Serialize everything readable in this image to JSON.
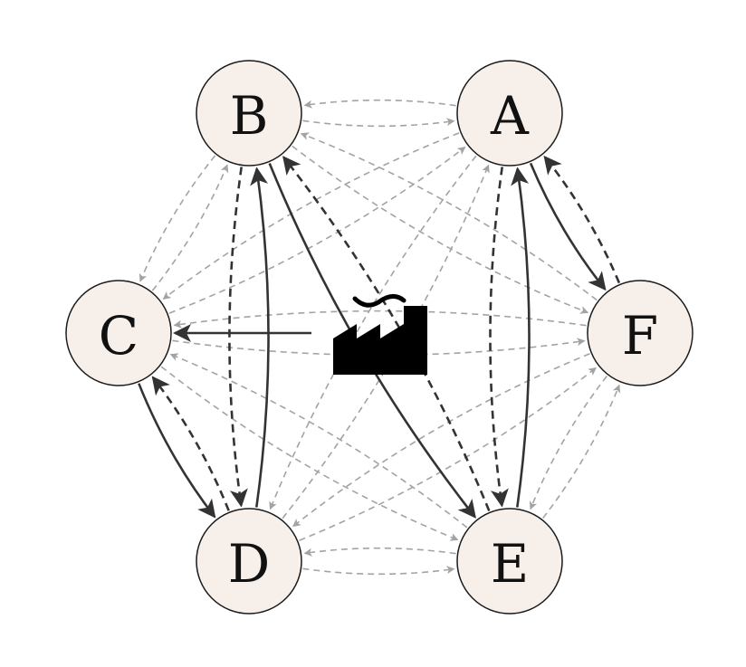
{
  "colors": {
    "node_fill": "#f7f0ea",
    "node_stroke": "#1a1a1a",
    "strong_edge": "#333333",
    "faint_edge": "#a3a3a3",
    "factory_icon": "#000000"
  },
  "icons": {
    "center": "factory-icon"
  },
  "nodes": [
    {
      "id": "A",
      "label": "A"
    },
    {
      "id": "B",
      "label": "B"
    },
    {
      "id": "C",
      "label": "C"
    },
    {
      "id": "D",
      "label": "D"
    },
    {
      "id": "E",
      "label": "E"
    },
    {
      "id": "F",
      "label": "F"
    }
  ],
  "edges": {
    "factory": [
      {
        "to": "C",
        "style": "solid"
      }
    ],
    "strong": [
      {
        "from": "A",
        "to": "F",
        "style": "solid"
      },
      {
        "from": "F",
        "to": "A",
        "style": "dashed"
      },
      {
        "from": "C",
        "to": "D",
        "style": "solid"
      },
      {
        "from": "D",
        "to": "C",
        "style": "dashed"
      },
      {
        "from": "B",
        "to": "D",
        "style": "dashed"
      },
      {
        "from": "D",
        "to": "B",
        "style": "solid"
      },
      {
        "from": "E",
        "to": "A",
        "style": "solid"
      },
      {
        "from": "A",
        "to": "E",
        "style": "dashed"
      },
      {
        "from": "B",
        "to": "E",
        "style": "solid"
      },
      {
        "from": "E",
        "to": "B",
        "style": "dashed"
      }
    ],
    "faint": [
      {
        "from": "A",
        "to": "B"
      },
      {
        "from": "B",
        "to": "A"
      },
      {
        "from": "D",
        "to": "E"
      },
      {
        "from": "E",
        "to": "D"
      },
      {
        "from": "B",
        "to": "C"
      },
      {
        "from": "C",
        "to": "B"
      },
      {
        "from": "E",
        "to": "F"
      },
      {
        "from": "F",
        "to": "E"
      },
      {
        "from": "A",
        "to": "C"
      },
      {
        "from": "C",
        "to": "A"
      },
      {
        "from": "A",
        "to": "D"
      },
      {
        "from": "D",
        "to": "A"
      },
      {
        "from": "B",
        "to": "F"
      },
      {
        "from": "F",
        "to": "B"
      },
      {
        "from": "C",
        "to": "E"
      },
      {
        "from": "E",
        "to": "C"
      },
      {
        "from": "C",
        "to": "F"
      },
      {
        "from": "F",
        "to": "C"
      },
      {
        "from": "D",
        "to": "F"
      },
      {
        "from": "F",
        "to": "D"
      }
    ]
  }
}
